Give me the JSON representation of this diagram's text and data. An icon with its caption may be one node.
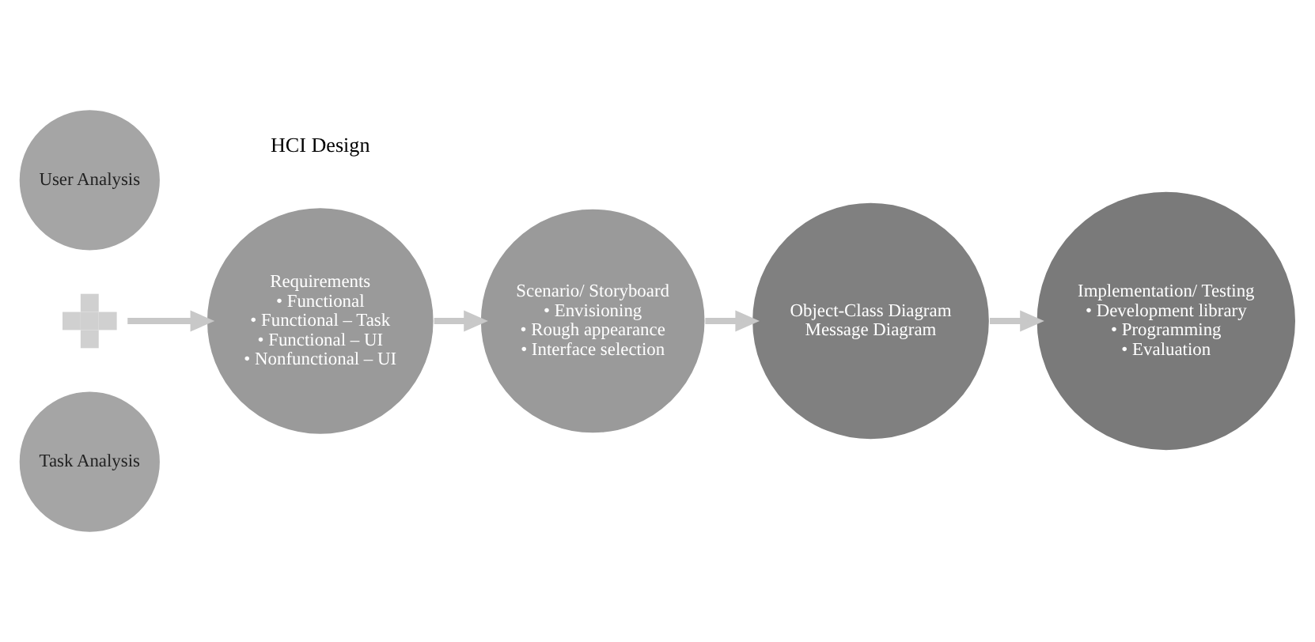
{
  "diagram": {
    "nodes": [
      {
        "text": [
          "User Analysis"
        ]
      },
      {
        "text": [],
        "shape": "plus"
      },
      {
        "text": [
          "Task Analysis"
        ]
      },
      {
        "text": [
          "Requirements",
          "• Functional",
          "• Functional – Task",
          "• Functional – UI",
          "• Nonfunctional – UI"
        ]
      },
      {
        "text": [
          "Scenario/ Storyboard",
          "• Envisioning",
          "• Rough appearance",
          "• Interface selection"
        ]
      },
      {
        "text": [
          "Object-Class Diagram",
          "Message Diagram"
        ]
      },
      {
        "text": [
          "Implementation/ Testing",
          "• Development library",
          "• Programming",
          "• Evaluation"
        ]
      }
    ],
    "edges": [
      {
        "from": 1,
        "to": 3,
        "arrow": "to"
      },
      {
        "from": 3,
        "to": 4,
        "arrow": "to"
      },
      {
        "from": 4,
        "to": 5,
        "arrow": "to"
      },
      {
        "from": 5,
        "to": 6,
        "arrow": "to"
      }
    ],
    "labels": [
      "HCI Design"
    ]
  }
}
